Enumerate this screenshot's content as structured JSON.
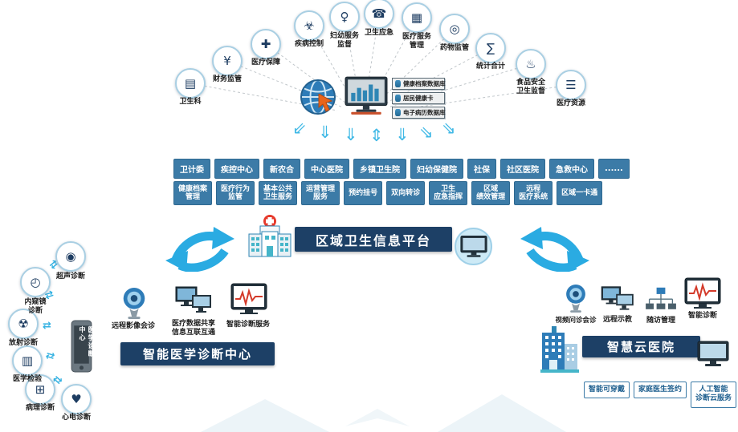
{
  "colors": {
    "accent_blue": "#3c7ba7",
    "navy": "#1d4066",
    "cyan": "#2aabe2"
  },
  "top_arc": {
    "items": [
      {
        "label": "卫生科",
        "icon": "▤"
      },
      {
        "label": "财务监管",
        "icon": "¥"
      },
      {
        "label": "医疗保障",
        "icon": "✚"
      },
      {
        "label": "疾病控制",
        "icon": "☣"
      },
      {
        "label": "妇幼服务\n监督",
        "icon": "♀"
      },
      {
        "label": "卫生应急",
        "icon": "☎"
      },
      {
        "label": "医疗服务\n管理",
        "icon": "▦"
      },
      {
        "label": "药物监管",
        "icon": "◎"
      },
      {
        "label": "统计合计",
        "icon": "∑"
      },
      {
        "label": "食品安全\n卫生监督",
        "icon": "♨"
      },
      {
        "label": "医疗资源",
        "icon": "☰"
      }
    ]
  },
  "hub": {
    "databases": [
      "健康档案数据库",
      "居民健康卡",
      "电子病历数据库"
    ]
  },
  "network": {
    "orgs": [
      "卫计委",
      "疾控中心",
      "新农合",
      "中心医院",
      "乡镇卫生院",
      "妇幼保健院",
      "社保",
      "社区医院",
      "急救中心",
      "......"
    ],
    "functions": [
      "健康档案\n管理",
      "医疗行为\n监管",
      "基本公共\n卫生服务",
      "运营管理\n服务",
      "预约挂号",
      "双向转诊",
      "卫生\n应急指挥",
      "区域\n绩效管理",
      "远程\n医疗系统",
      "区域一卡通"
    ]
  },
  "platform": {
    "title": "区域卫生信息平台"
  },
  "diagnosis_center": {
    "title": "智能医学诊断中心",
    "device_label": "医学诊断中心",
    "services": [
      {
        "label": "远程影像会诊"
      },
      {
        "label": "医疗数据共享\n信息互联互通"
      },
      {
        "label": "智能诊断服务"
      }
    ],
    "modalities": [
      {
        "label": "超声诊断",
        "icon": "◉"
      },
      {
        "label": "内窥镜\n诊断",
        "icon": "◴"
      },
      {
        "label": "放射诊断",
        "icon": "☢"
      },
      {
        "label": "医学检验",
        "icon": "▥"
      },
      {
        "label": "病理诊断",
        "icon": "⊞"
      },
      {
        "label": "心电诊断",
        "icon": "♥"
      }
    ]
  },
  "cloud_hospital": {
    "title": "智慧云医院",
    "services": [
      {
        "label": "视频问诊会诊"
      },
      {
        "label": "远程示教"
      },
      {
        "label": "随访管理"
      },
      {
        "label": "智能诊断"
      }
    ],
    "buttons": [
      "智能可穿戴",
      "家庭医生签约",
      "人工智能\n诊断云服务"
    ]
  },
  "decor": {
    "flow_arrows": [
      "⇙",
      "⇓",
      "⇓",
      "⇕",
      "⇓",
      "⇘",
      "⇘"
    ],
    "exchange_arrow": "⇄"
  }
}
